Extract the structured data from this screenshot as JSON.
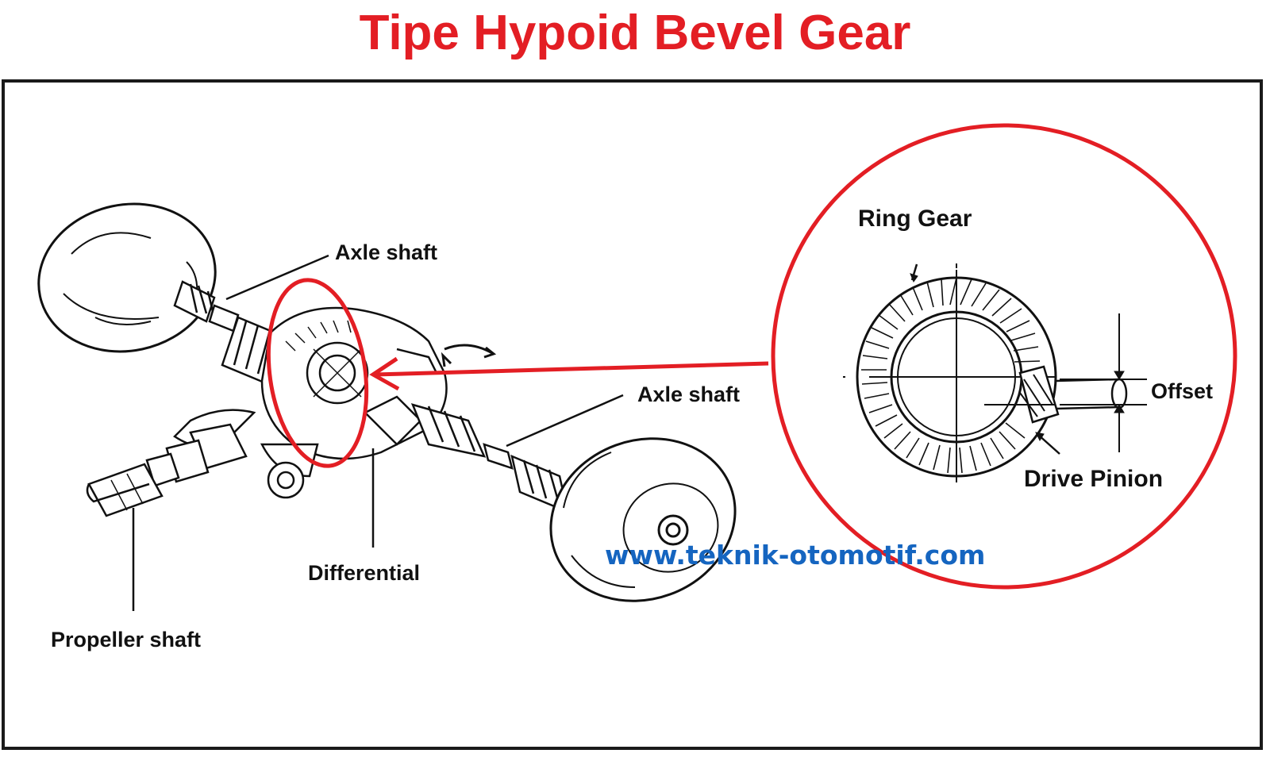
{
  "title": "Tipe Hypoid Bevel Gear",
  "labels": {
    "axle_shaft_top": "Axle shaft",
    "axle_shaft_right": "Axle shaft",
    "differential": "Differential",
    "propeller_shaft": "Propeller shaft",
    "ring_gear": "Ring Gear",
    "offset": "Offset",
    "drive_pinion": "Drive Pinion"
  },
  "website": "www.teknik-otomotif.com",
  "colors": {
    "title": "#e31e24",
    "highlight": "#e31e24",
    "website": "#1565c0",
    "ink": "#111111"
  }
}
